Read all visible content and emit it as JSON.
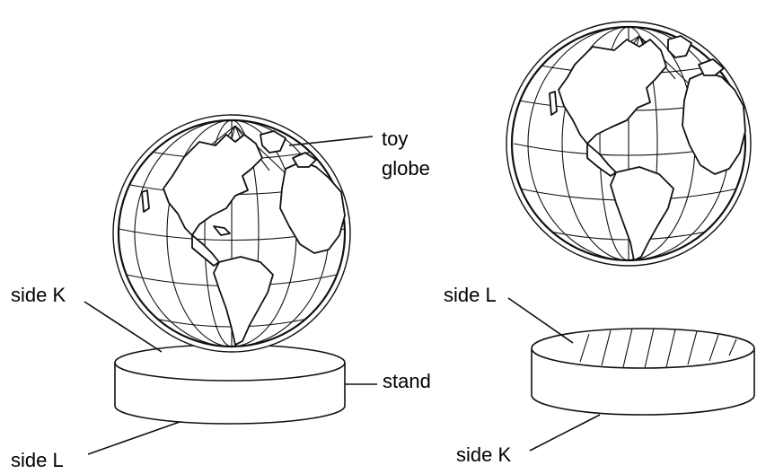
{
  "labels": {
    "toy_globe_line1": "toy",
    "toy_globe_line2": "globe",
    "stand": "stand",
    "left_side_k": "side K",
    "left_side_l": "side L",
    "right_side_l": "side L",
    "right_side_k": "side K"
  }
}
